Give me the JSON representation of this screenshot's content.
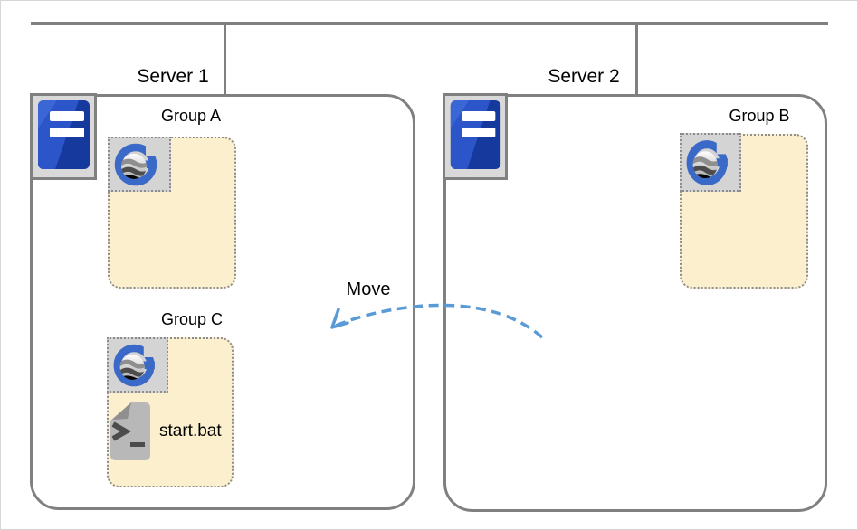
{
  "diagram": {
    "bus": {
      "description": "network bus line connecting both servers"
    },
    "servers": [
      {
        "label": "Server 1",
        "groups": [
          {
            "label": "Group A",
            "files": []
          },
          {
            "label": "Group C",
            "files": [
              {
                "name": "start.bat"
              }
            ]
          }
        ]
      },
      {
        "label": "Server 2",
        "groups": [
          {
            "label": "Group B",
            "files": []
          }
        ]
      }
    ],
    "action": {
      "label": "Move",
      "direction": "from Server 2 to Server 1"
    }
  },
  "icons": {
    "server": "server-tower-icon",
    "group": "g-globe-logo-icon",
    "file": "batch-script-file-icon",
    "arrow": "dashed-move-arrow"
  },
  "colors": {
    "line_gray": "#808080",
    "group_fill": "#fbefcd",
    "group_border": "#8c8c8c",
    "icon_tile_gray": "#d4d4d4",
    "server_tile_gray": "#d9d9d9",
    "server_blue_dark": "#16399e",
    "server_blue_light": "#2b55c8",
    "g_logo_blue": "#3a69c7",
    "arrow_blue": "#5b9bd5",
    "file_gray": "#b8b8b8",
    "text": "#000000"
  }
}
